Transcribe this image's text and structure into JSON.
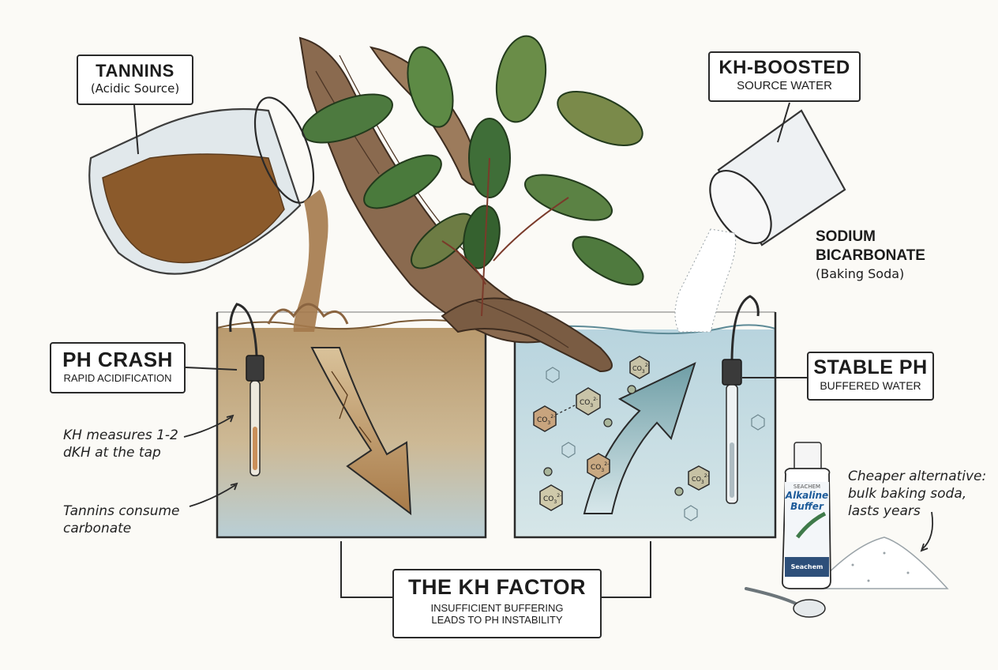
{
  "labels": {
    "tannins": {
      "title": "TANNINS",
      "sub": "(Acidic Source)"
    },
    "kh_boosted": {
      "title": "KH-BOOSTED",
      "sub": "SOURCE WATER"
    },
    "sodium": {
      "line1": "SODIUM",
      "line2": "BICARBONATE",
      "sub": "(Baking Soda)"
    },
    "ph_crash": {
      "title": "PH CRASH",
      "sub": "RAPID ACIDIFICATION"
    },
    "stable_ph": {
      "title": "STABLE PH",
      "sub": "BUFFERED WATER"
    },
    "kh_factor": {
      "title": "THE KH FACTOR",
      "line1": "INSUFFICIENT BUFFERING",
      "line2": "LEADS TO PH INSTABILITY"
    }
  },
  "notes": {
    "kh_measures": [
      "KH measures 1-2",
      "dKH at the tap"
    ],
    "tannins_consume": [
      "Tannins consume",
      "carbonate"
    ],
    "cheaper": [
      "Cheaper alternative:",
      "bulk baking soda,",
      "lasts years"
    ]
  },
  "bottle": {
    "brand": "SEACHEM",
    "name1": "Alkaline",
    "name2": "Buffer",
    "maker": "Seachem"
  },
  "molecule": {
    "formula": "CO3",
    "charge": "2-"
  },
  "colors": {
    "tannin_water": "#c9ad82",
    "clear_water": "#c9dfe6",
    "driftwood": "#8a6a4f",
    "leaf": "#4d7a3f",
    "outline": "#2a2a2a"
  }
}
